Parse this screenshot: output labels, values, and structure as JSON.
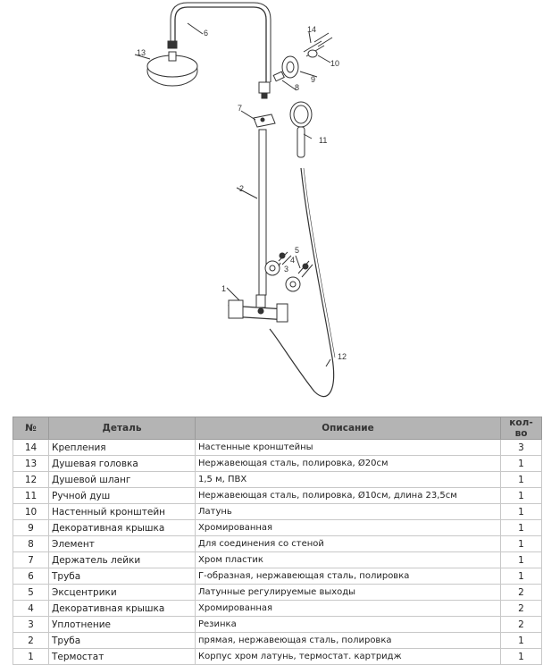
{
  "diagram": {
    "callouts": [
      "1",
      "2",
      "3",
      "4",
      "5",
      "6",
      "7",
      "8",
      "9",
      "10",
      "11",
      "12",
      "13",
      "14"
    ]
  },
  "table": {
    "headers": {
      "num": "№",
      "part": "Деталь",
      "desc": "Описание",
      "qty": "кол-во"
    },
    "rows": [
      {
        "num": "14",
        "part": "Крепления",
        "desc": "Настенные кронштейны",
        "qty": "3"
      },
      {
        "num": "13",
        "part": "Душевая головка",
        "desc": "Нержавеющая сталь, полировка, Ø20см",
        "qty": "1"
      },
      {
        "num": "12",
        "part": "Душевой шланг",
        "desc": "1,5 м, ПВХ",
        "qty": "1"
      },
      {
        "num": "11",
        "part": "Ручной душ",
        "desc": "Нержавеющая сталь, полировка, Ø10см, длина 23,5см",
        "qty": "1"
      },
      {
        "num": "10",
        "part": "Настенный кронштейн",
        "desc": "Латунь",
        "qty": "1"
      },
      {
        "num": "9",
        "part": "Декоративная крышка",
        "desc": "Хромированная",
        "qty": "1"
      },
      {
        "num": "8",
        "part": "Элемент",
        "desc": "Для соединения со стеной",
        "qty": "1"
      },
      {
        "num": "7",
        "part": "Держатель лейки",
        "desc": "Хром пластик",
        "qty": "1"
      },
      {
        "num": "6",
        "part": "Труба",
        "desc": "Г-образная, нержавеющая сталь, полировка",
        "qty": "1"
      },
      {
        "num": "5",
        "part": "Эксцентрики",
        "desc": "Латунные регулируемые выходы",
        "qty": "2"
      },
      {
        "num": "4",
        "part": "Декоративная крышка",
        "desc": "Хромированная",
        "qty": "2"
      },
      {
        "num": "3",
        "part": "Уплотнение",
        "desc": "Резинка",
        "qty": "2"
      },
      {
        "num": "2",
        "part": "Труба",
        "desc": "прямая, нержавеющая сталь, полировка",
        "qty": "1"
      },
      {
        "num": "1",
        "part": "Термостат",
        "desc": "Корпус хром латунь, термостат. картридж",
        "qty": "1"
      }
    ]
  }
}
